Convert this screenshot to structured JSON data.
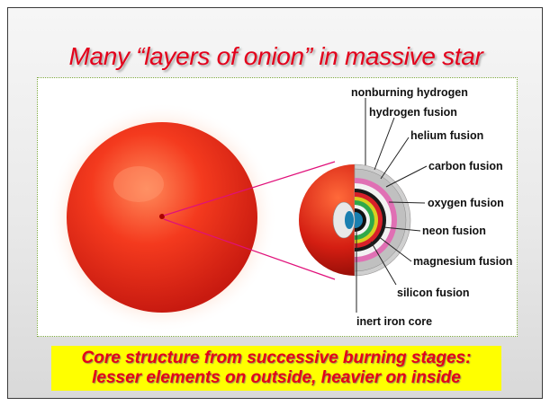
{
  "title": "Many “layers of onion” in massive star",
  "diagram": {
    "layers": [
      {
        "label": "nonburning hydrogen",
        "color": "#c9c9c9"
      },
      {
        "label": "hydrogen fusion",
        "color": "#b8b8b8"
      },
      {
        "label": "helium fusion",
        "color": "#e070b4"
      },
      {
        "label": "carbon fusion",
        "color": "#f2f2f2"
      },
      {
        "label": "oxygen fusion",
        "color": "#1a1a1a"
      },
      {
        "label": "neon fusion",
        "color": "#d8202a"
      },
      {
        "label": "magnesium fusion",
        "color": "#d8d020"
      },
      {
        "label": "silicon fusion",
        "color": "#2fa84a"
      },
      {
        "label": "inert iron core",
        "color": "#1a7fb0"
      }
    ]
  },
  "caption": {
    "line1": "Core structure from successive burning stages:",
    "line2": "lesser elements on outside, heavier on inside"
  }
}
